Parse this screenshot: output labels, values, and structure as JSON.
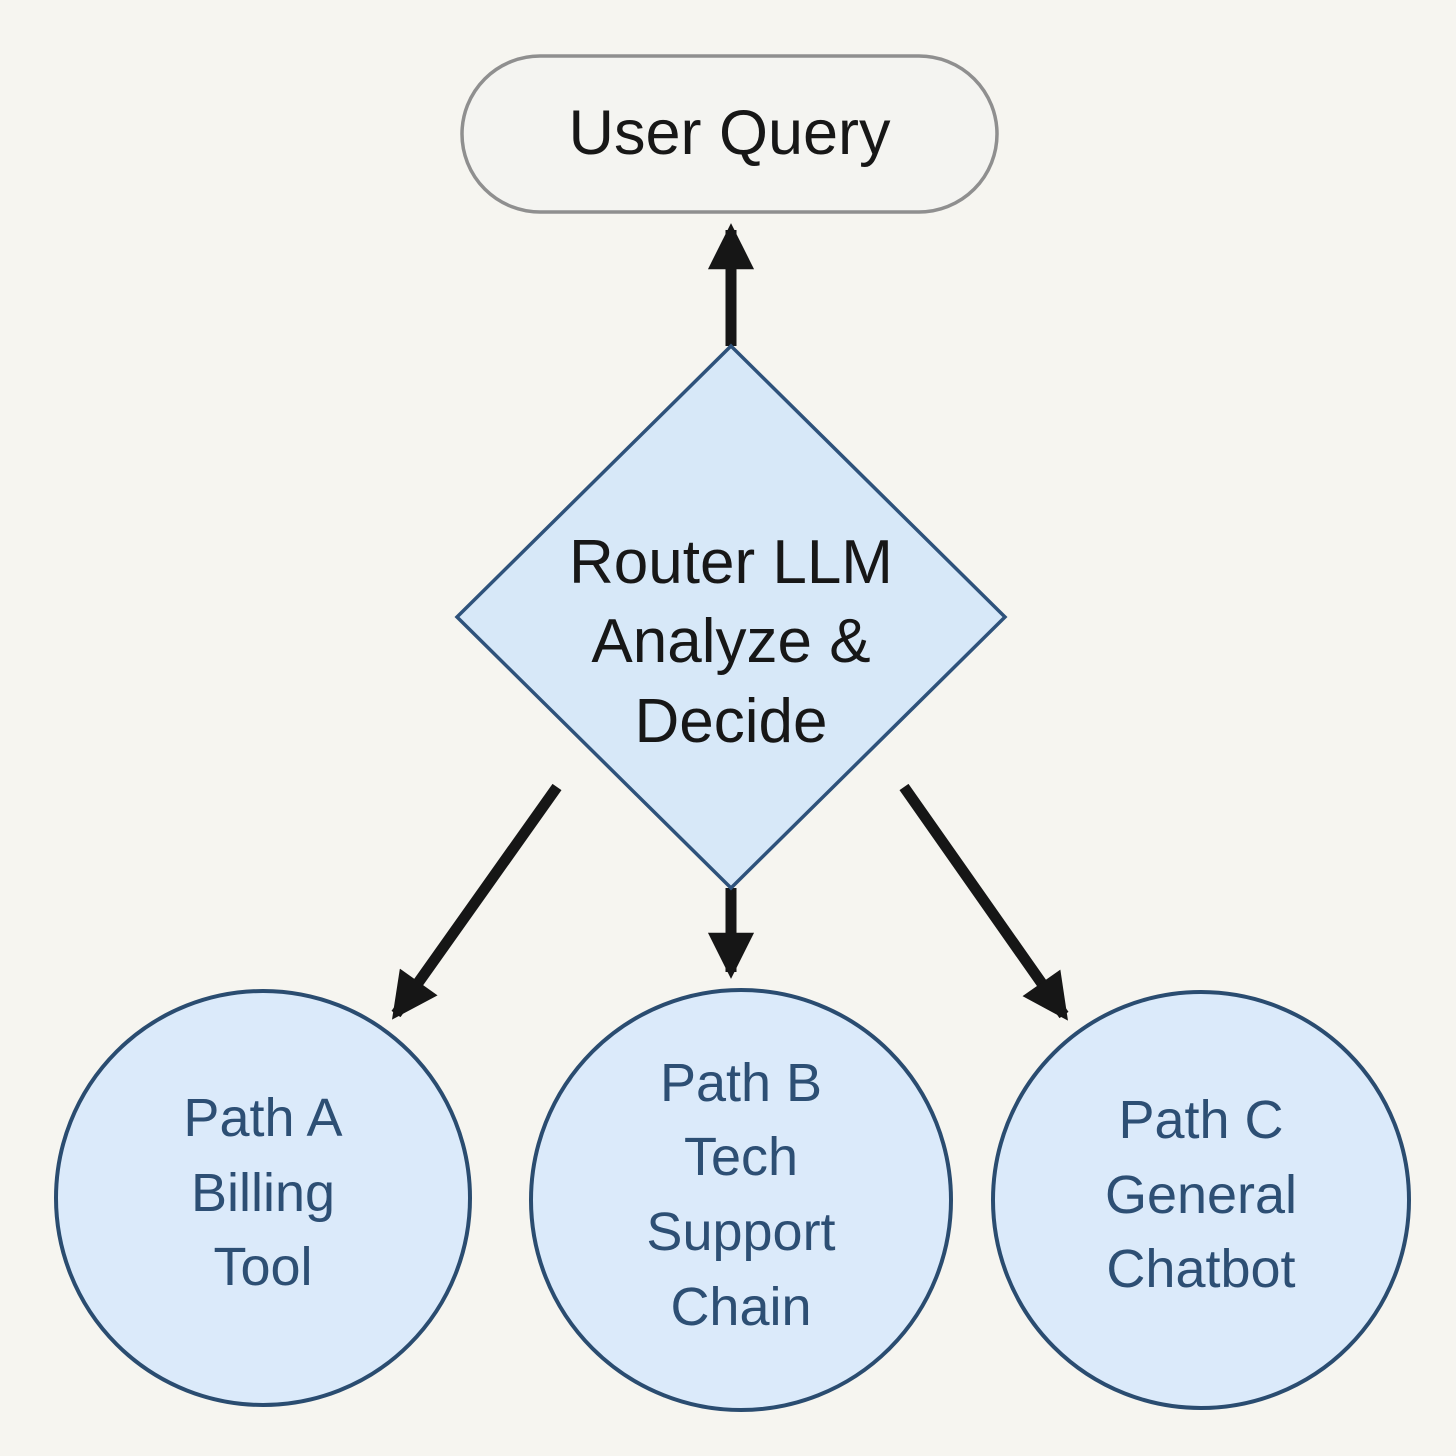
{
  "diagram": {
    "type": "flowchart",
    "background": "#f6f5f0",
    "arrow_color": "#161616",
    "nodes": {
      "user_query": {
        "label": "User Query",
        "shape": "rounded-pill",
        "fill": "#f4f4f1",
        "border": "#8f8f8f",
        "text_color": "#171717"
      },
      "router": {
        "label": "Router LLM\nAnalyze &\nDecide",
        "shape": "diamond",
        "fill": "#d7e8f8",
        "border": "#2e527b",
        "text_color": "#171717"
      },
      "path_a": {
        "label": "Path A\nBilling\nTool",
        "shape": "circle",
        "fill": "#dbeafa",
        "border": "#2a4c70",
        "text_color": "#2d4f74"
      },
      "path_b": {
        "label": "Path B\nTech\nSupport\nChain",
        "shape": "circle",
        "fill": "#dbeafa",
        "border": "#2a4c70",
        "text_color": "#2d4f74"
      },
      "path_c": {
        "label": "Path C\nGeneral\nChatbot",
        "shape": "circle",
        "fill": "#dbeafa",
        "border": "#2a4c70",
        "text_color": "#2d4f74"
      }
    },
    "edges": [
      {
        "from": "router",
        "to": "user_query",
        "direction": "up"
      },
      {
        "from": "router",
        "to": "path_a",
        "direction": "down-left"
      },
      {
        "from": "router",
        "to": "path_b",
        "direction": "down"
      },
      {
        "from": "router",
        "to": "path_c",
        "direction": "down-right"
      }
    ]
  }
}
